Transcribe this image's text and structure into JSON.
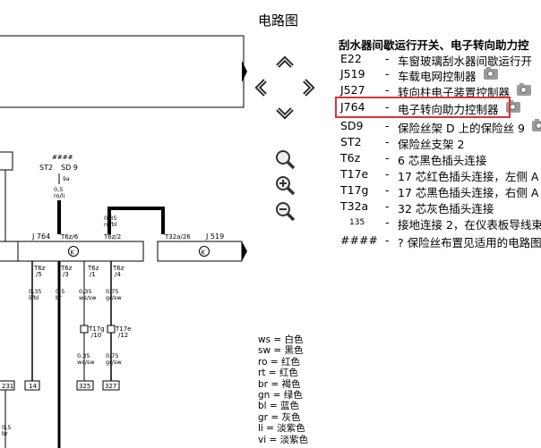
{
  "page": {
    "title": "电路图"
  },
  "legend": {
    "title": "刮水器间歇运行开关、电子转向助力控",
    "rows": [
      {
        "code": "E22",
        "desc": "车窗玻璃刮水器间歇运行开",
        "camera": false
      },
      {
        "code": "J519",
        "desc": "车载电网控制器",
        "camera": true
      },
      {
        "code": "J527",
        "desc": "转向柱电子装置控制器",
        "camera": true
      },
      {
        "code": "J764",
        "desc": "电子转向助力控制器",
        "camera": true
      },
      {
        "code": "SD9",
        "desc": "保险丝架 D 上的保险丝 9",
        "camera": true
      },
      {
        "code": "ST2",
        "desc": "保险丝支架 2",
        "camera": false
      },
      {
        "code": "T6z",
        "desc": "6 芯黑色插头连接",
        "camera": false
      },
      {
        "code": "T17e",
        "desc": "17 芯红色插头连接，左侧 A",
        "camera": false
      },
      {
        "code": "T17g",
        "desc": "17 芯黑色插头连接，右侧 A",
        "camera": false
      },
      {
        "code": "T32a",
        "desc": "32 芯灰色插头连接",
        "camera": false
      },
      {
        "code": "135",
        "desc": "接地连接 2，在仪表板导线束",
        "camera": false
      },
      {
        "code": "####",
        "desc": "? 保险丝布置见适用的电路图",
        "camera": false
      }
    ],
    "dash": "-"
  },
  "colors": [
    "ws = 白色",
    "sw = 黑色",
    "ro = 红色",
    "rt = 红色",
    "br = 褐色",
    "gn = 绿色",
    "bl = 蓝色",
    "gr = 灰色",
    "li = 淡紫色",
    "vi = 淡紫色"
  ],
  "diagram": {
    "fuse_hash": "####",
    "st2": "ST2",
    "sd9": "SD 9",
    "pin_9a": "9a",
    "w05": "0,5",
    "w035": "0,35",
    "w075": "0,75",
    "roli": "ro/li",
    "robl": "ro/bl",
    "libl": "li/bl",
    "br": "br",
    "wssw": "ws/sw",
    "grsw": "gr/sw",
    "j764": "J 764",
    "j519": "J 519",
    "t6z6": "T6z/6",
    "t6z2": "T6z/2",
    "t32a26": "T32a/26",
    "t6z5": "T6z",
    "t6z5b": "/5",
    "t6z3": "T6z",
    "t6z3b": "/3",
    "t6z1": "T6z",
    "t6z1b": "/1",
    "t6z4": "T6z",
    "t6z4b": "/4",
    "t17g10": "T17g",
    "t17g10b": "/10",
    "t17e12": "T17e",
    "t17e12b": "/12",
    "k": "K",
    "r231": "231",
    "r14": "14",
    "r325": "325",
    "r327": "327"
  }
}
